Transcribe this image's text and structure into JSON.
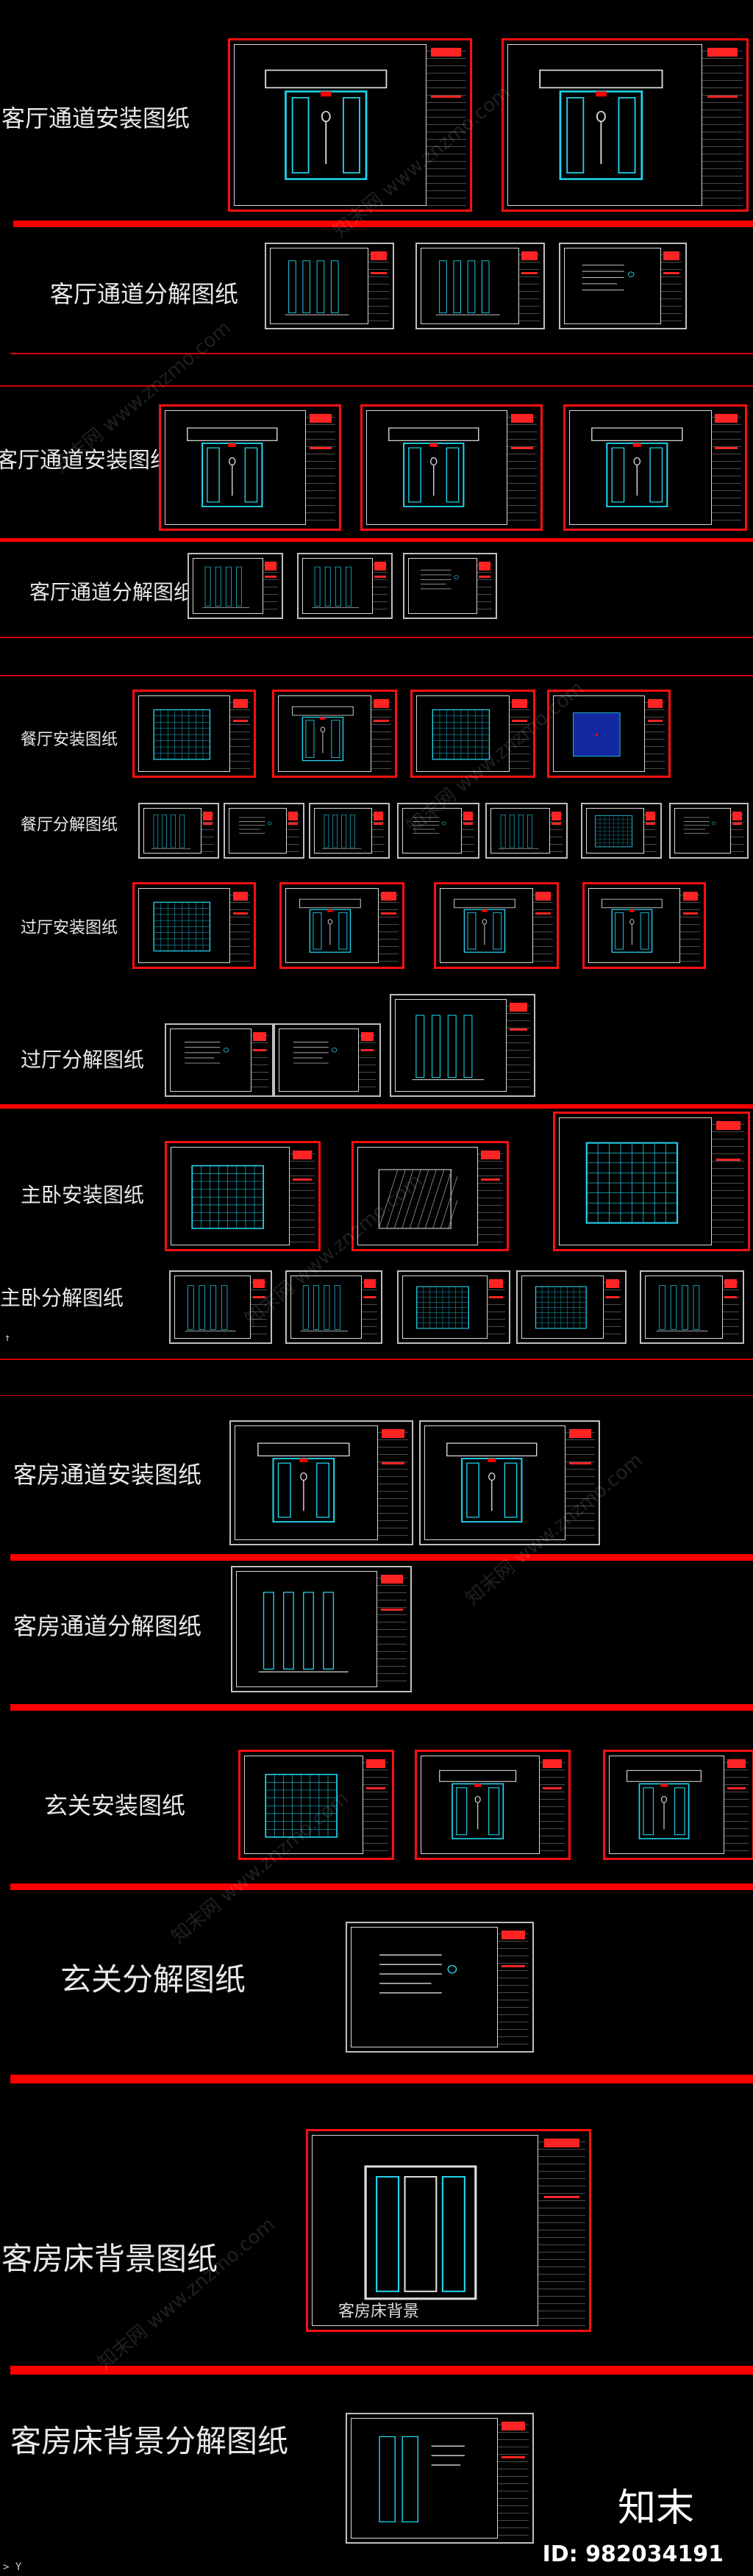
{
  "sections": {
    "s1": "客厅通道安装图纸",
    "s2": "客厅通道分解图纸",
    "s3": "客厅通道安装图纸",
    "s4": "客厅通道分解图纸",
    "s5": "餐厅安装图纸",
    "s6": "餐厅分解图纸",
    "s7": "过厅安装图纸",
    "s8": "过厅分解图纸",
    "s9": "主卧安装图纸",
    "s10": "主卧分解图纸",
    "s11": "客房通道安装图纸",
    "s12": "客房通道分解图纸",
    "s13": "玄关安装图纸",
    "s14": "玄关分解图纸",
    "s15": "客房床背景图纸",
    "s16": "客房床背景分解图纸"
  },
  "inset_label": "客房床背景",
  "watermark": {
    "logo_text": "知末",
    "id_text": "ID: 982034191",
    "diagonal_text": "知末网 www.znzmo.com"
  },
  "colors": {
    "background": "#000000",
    "accent_red": "#ff0000",
    "drawing_cyan": "#22d3ee",
    "frame_gray": "#bfbfbf"
  }
}
